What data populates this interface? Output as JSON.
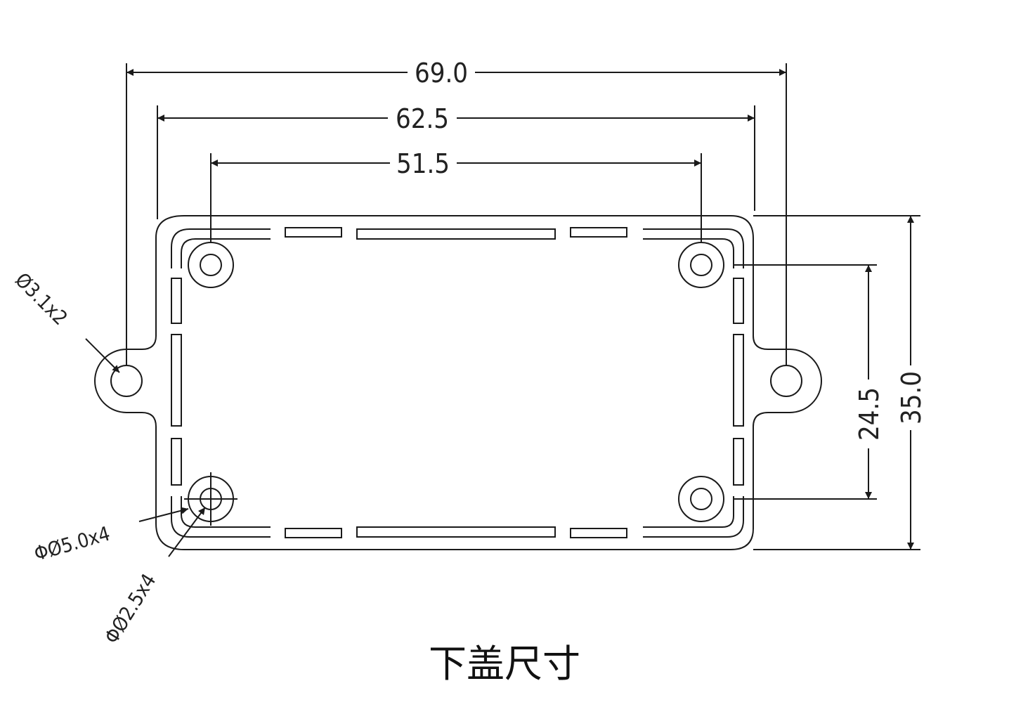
{
  "dimensions": {
    "overall_width": "69.0",
    "inner_width": "62.5",
    "hole_spacing_x": "51.5",
    "hole_spacing_y": "24.5",
    "overall_height": "35.0"
  },
  "callouts": {
    "mount_hole": "Ø3.1x2",
    "boss_outer": "ΦØ5.0x4",
    "boss_inner": "ΦØ2.5x4"
  },
  "caption": "下盖尺寸",
  "colors": {
    "line": "#1a1a1a",
    "background": "#ffffff"
  }
}
